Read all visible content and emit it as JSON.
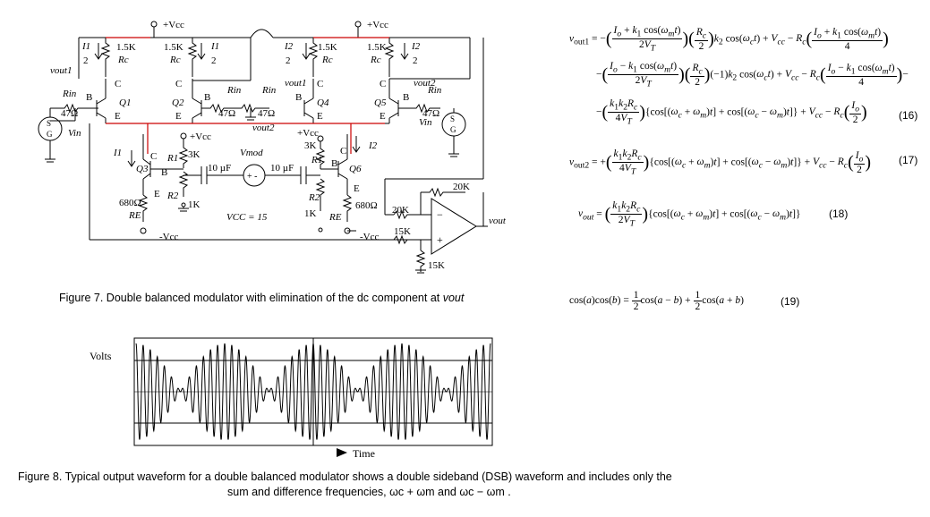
{
  "figure7": {
    "caption_text": "Figure 7. Double balanced modulator with elimination of the dc component at ",
    "caption_var": "vout",
    "labels": {
      "vcc": "+Vcc",
      "vcc_neg": "-Vcc",
      "vcc15": "VCC = 15",
      "r1_5k": "1.5K",
      "r5k": "1.5K",
      "rc": "Rc",
      "rin": "Rin",
      "r47": "47Ω",
      "vout1": "vout1",
      "vout2": "vout2",
      "vout": "vout",
      "vin": "Vin",
      "vmod": "Vmod",
      "cap": "10 µF",
      "r3k": "3K",
      "r1": "R1",
      "r2": "R2",
      "r1k": "1K",
      "r680": "680Ω",
      "re": "RE",
      "r20k": "20K",
      "r15k": "15K",
      "q1": "Q1",
      "q2": "Q2",
      "q3": "Q3",
      "q4": "Q4",
      "q5": "Q5",
      "q6": "Q6",
      "i1": "I1",
      "i2": "I2",
      "half": "2",
      "b": "B",
      "c": "C",
      "e": "E",
      "s": "S",
      "g": "G"
    }
  },
  "equations": {
    "eq16": "(16)",
    "eq17": "(17)",
    "eq18": "(18)",
    "eq19": "(19)"
  },
  "figure8": {
    "caption_line1": "Figure 8. Typical output waveform for a double balanced modulator shows a double sideband (DSB) waveform and includes only the",
    "caption_line2": "sum and difference frequencies, ωc + ωm and ωc − ωm .",
    "ylabel": "Volts",
    "xlabel": "Time",
    "modulation": {
      "carrier_cycles_per_period": 12.5,
      "envelope_periods": 4,
      "type": "DSB"
    }
  }
}
